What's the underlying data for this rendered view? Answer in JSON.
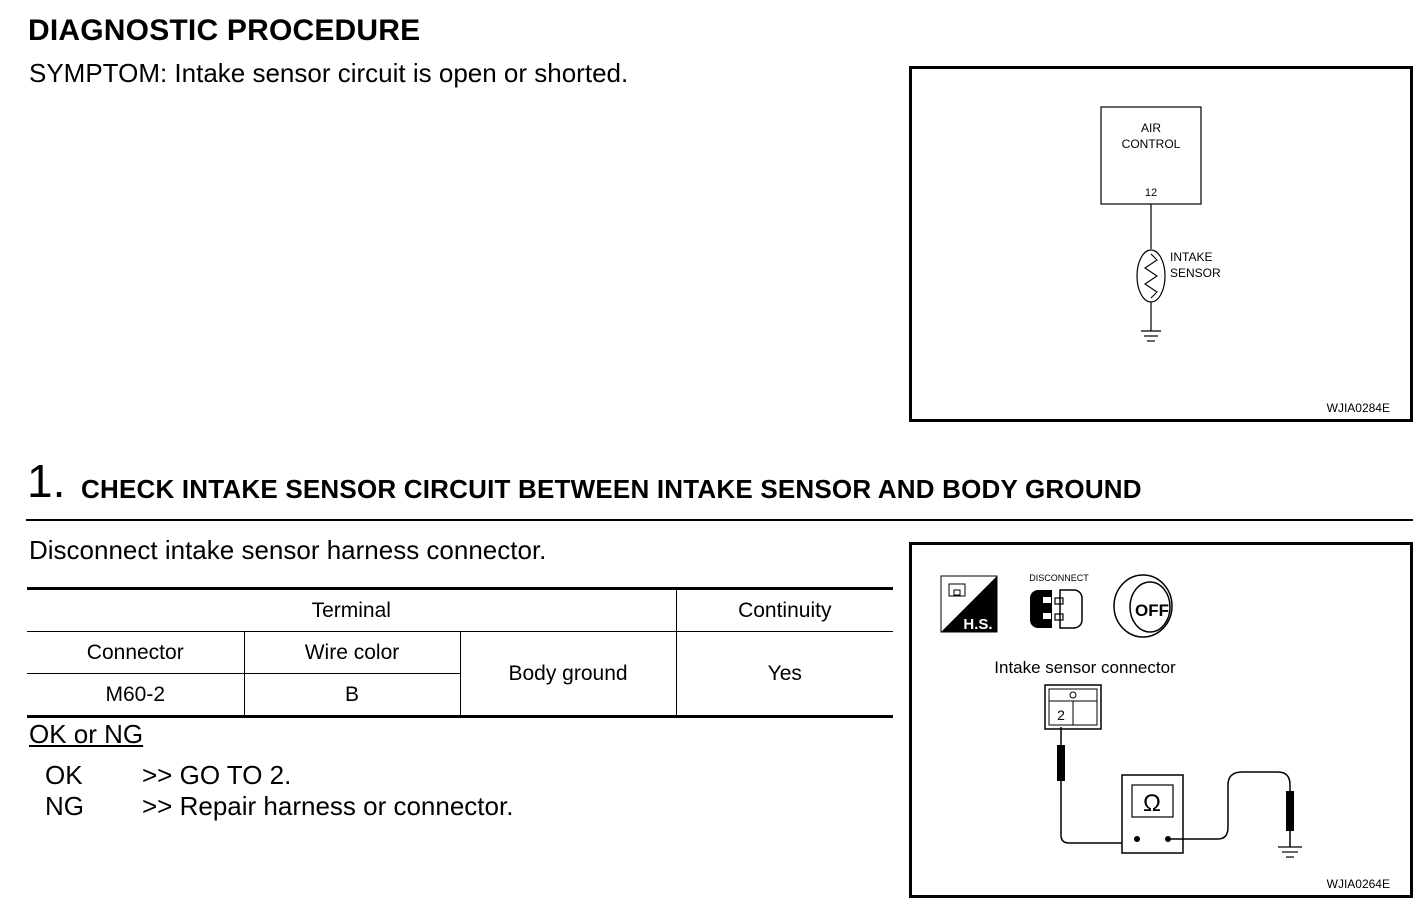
{
  "header": {
    "title": "DIAGNOSTIC PROCEDURE",
    "symptom": "SYMPTOM: Intake sensor circuit is open or shorted."
  },
  "figure1": {
    "id": "WJIA0284E",
    "box_label_line1": "AIR",
    "box_label_line2": "CONTROL",
    "pin": "12",
    "sensor_label_line1": "INTAKE",
    "sensor_label_line2": "SENSOR"
  },
  "step": {
    "number": "1.",
    "title": "CHECK INTAKE SENSOR CIRCUIT BETWEEN INTAKE SENSOR AND BODY GROUND",
    "instruction": "Disconnect intake sensor harness connector."
  },
  "table": {
    "terminal": "Terminal",
    "continuity": "Continuity",
    "connector": "Connector",
    "wire_color": "Wire color",
    "body_ground": "Body ground",
    "yes": "Yes",
    "connector_value": "M60-2",
    "wire_color_value": "B"
  },
  "result": {
    "title": "OK or NG",
    "ok_label": "OK",
    "ok_text": ">> GO TO 2.",
    "ng_label": "NG",
    "ng_text": ">> Repair harness or connector."
  },
  "figure2": {
    "id": "WJIA0264E",
    "hs_label": "H.S.",
    "disconnect_label": "DISCONNECT",
    "off_label": "OFF",
    "connector_label": "Intake sensor connector",
    "pin": "2",
    "meter_symbol": "Ω"
  }
}
